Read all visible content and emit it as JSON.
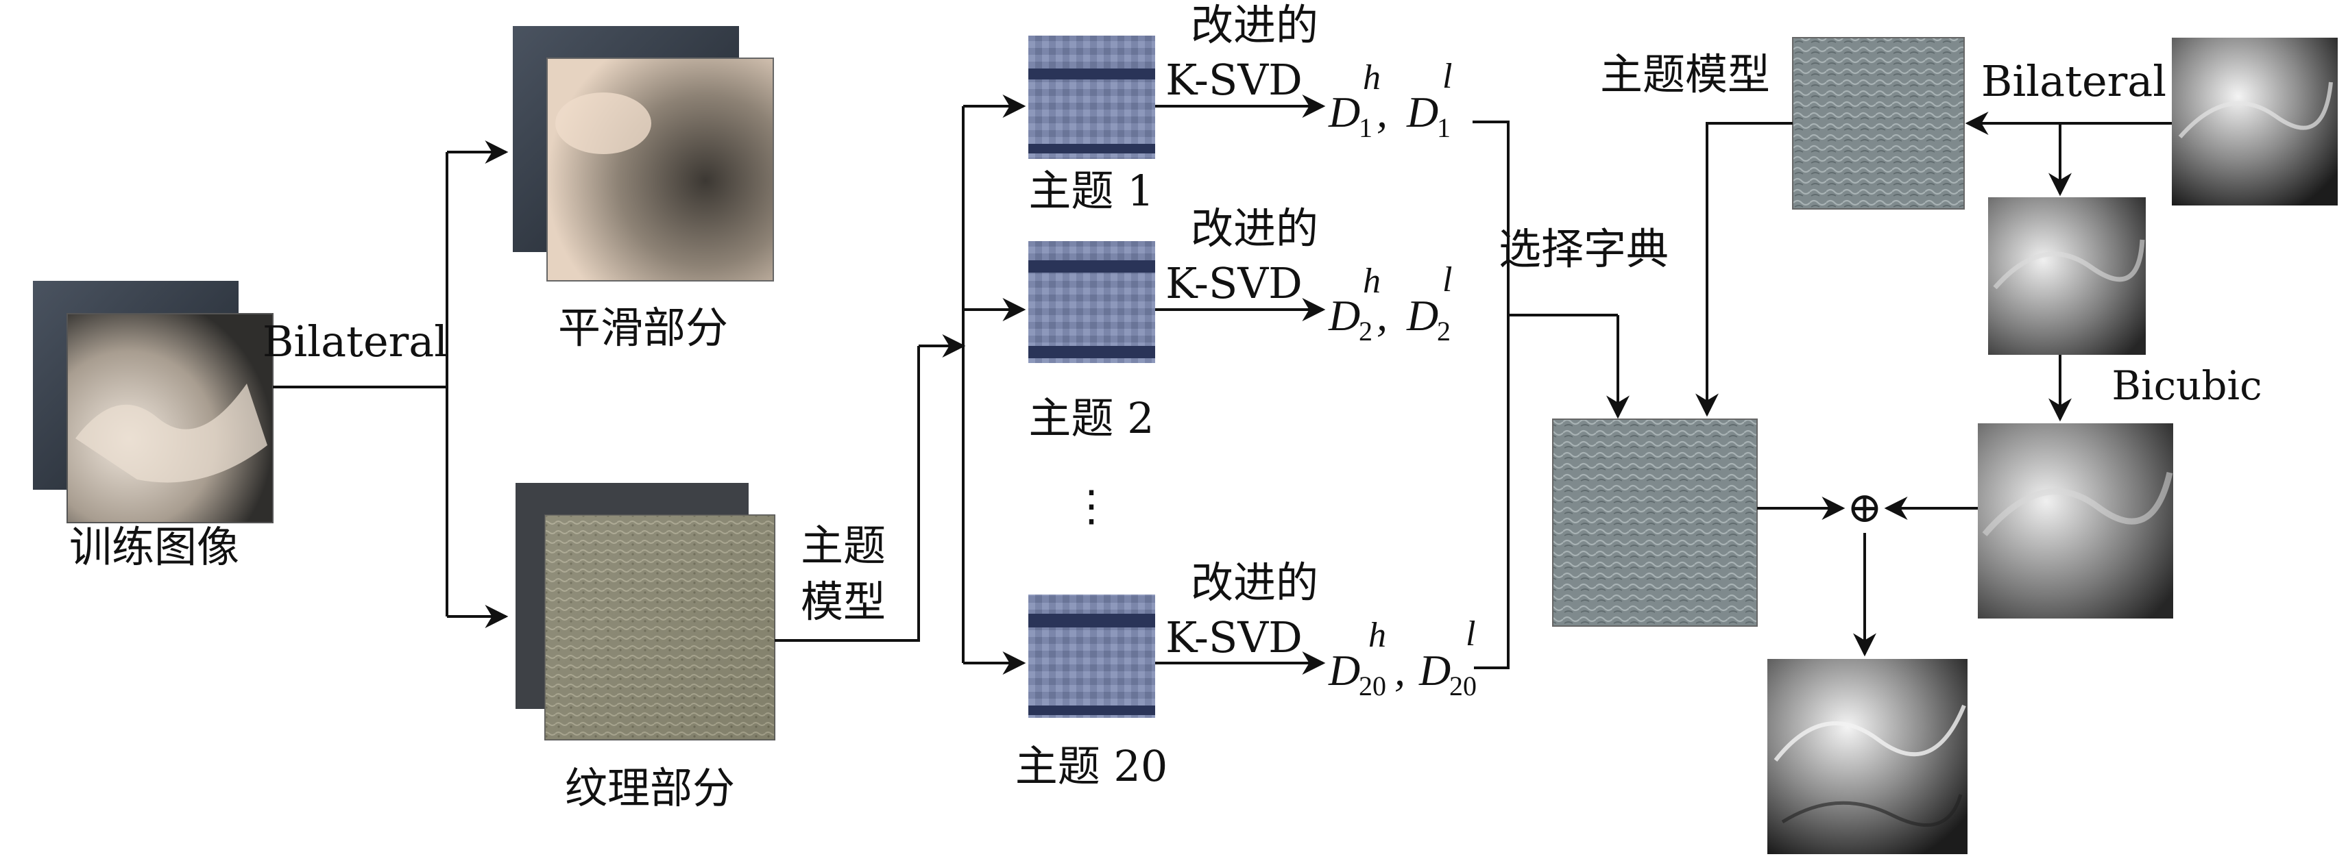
{
  "labels": {
    "training_image": "训练图像",
    "bilateral_left": "Bilateral",
    "smooth_part": "平滑部分",
    "texture_part": "纹理部分",
    "topic_model_line1": "主题",
    "topic_model_line2": "模型",
    "topic_1": "主题 1",
    "topic_2": "主题 2",
    "topic_20": "主题 20",
    "ellipsis": "⋮",
    "improved": "改进的",
    "ksvd": "K-SVD",
    "select_dict": "选择字典",
    "topic_model_right": "主题模型",
    "bilateral_right": "Bilateral",
    "bicubic": "Bicubic",
    "oplus": "⊕"
  },
  "dictionaries": [
    {
      "D": "D",
      "h": "h",
      "l": "l",
      "index": "1"
    },
    {
      "D": "D",
      "h": "h",
      "l": "l",
      "index": "2"
    },
    {
      "D": "D",
      "h": "h",
      "l": "l",
      "index": "20"
    }
  ],
  "colors": {
    "line": "#111111",
    "background": "#ffffff",
    "dictionary_patch": "#7b86aa",
    "texture_patch": "#8a8a78",
    "smooth_patch": "#c9b8a8"
  }
}
